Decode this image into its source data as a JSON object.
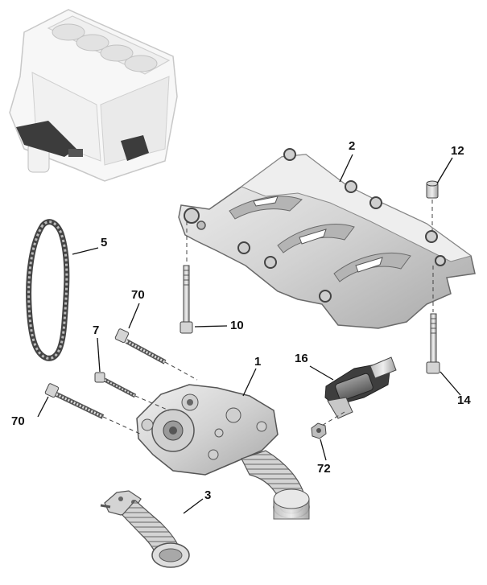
{
  "labels": {
    "bedplate": "2",
    "plug": "12",
    "chain": "5",
    "screw_bedplate_left": "10",
    "screw_pump_long_top": "70",
    "screw_pump_short": "7",
    "oil_pump": "1",
    "solenoid": "16",
    "screw_bedplate_right": "14",
    "screw_pump_long_left": "70",
    "nut": "72",
    "pickup_pipe": "3"
  },
  "colors": {
    "part_light": "#e4e4e4",
    "part_mid": "#c4c4c4",
    "part_dark": "#8a8a8a",
    "outline": "#3a3a3a",
    "engine_ghost": "#d8d8d8",
    "chain": "#555555"
  }
}
